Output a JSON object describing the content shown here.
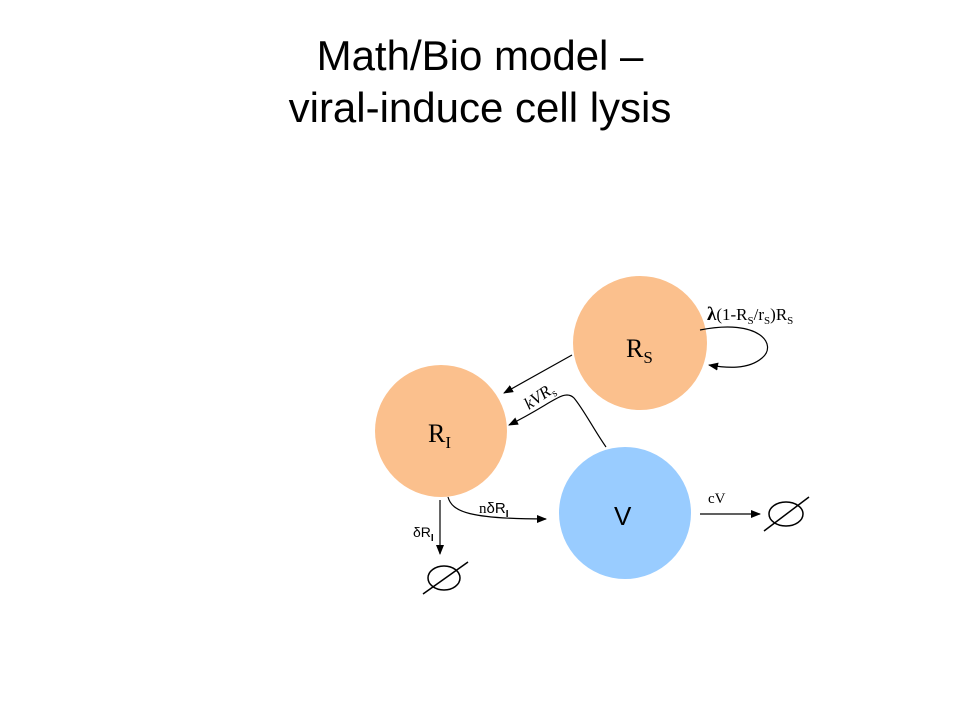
{
  "title": {
    "line1": "Math/Bio model –",
    "line2": "viral-induce cell lysis"
  },
  "diagram": {
    "nodes": {
      "susceptible": {
        "symbol": "R",
        "subscript": "S",
        "color": "#fbc08d"
      },
      "infected": {
        "symbol": "R",
        "subscript": "I",
        "color": "#fbc08d"
      },
      "virus": {
        "symbol": "V",
        "color": "#99ccff"
      }
    },
    "rates": {
      "growth": {
        "lambda": "λ",
        "text1": "(1-R",
        "sub1": "S",
        "text2": "/r",
        "sub2": "S",
        "text3": ")R",
        "sub3": "S"
      },
      "infection": {
        "text": "kVR",
        "sub": "s"
      },
      "death": {
        "delta": "δ",
        "text": "R",
        "sub": "I"
      },
      "burst": {
        "prefix": "n",
        "delta": "δ",
        "text": "R",
        "sub": "I"
      },
      "clearance": {
        "text": "cV"
      }
    },
    "sink_symbol": "empty-set"
  }
}
